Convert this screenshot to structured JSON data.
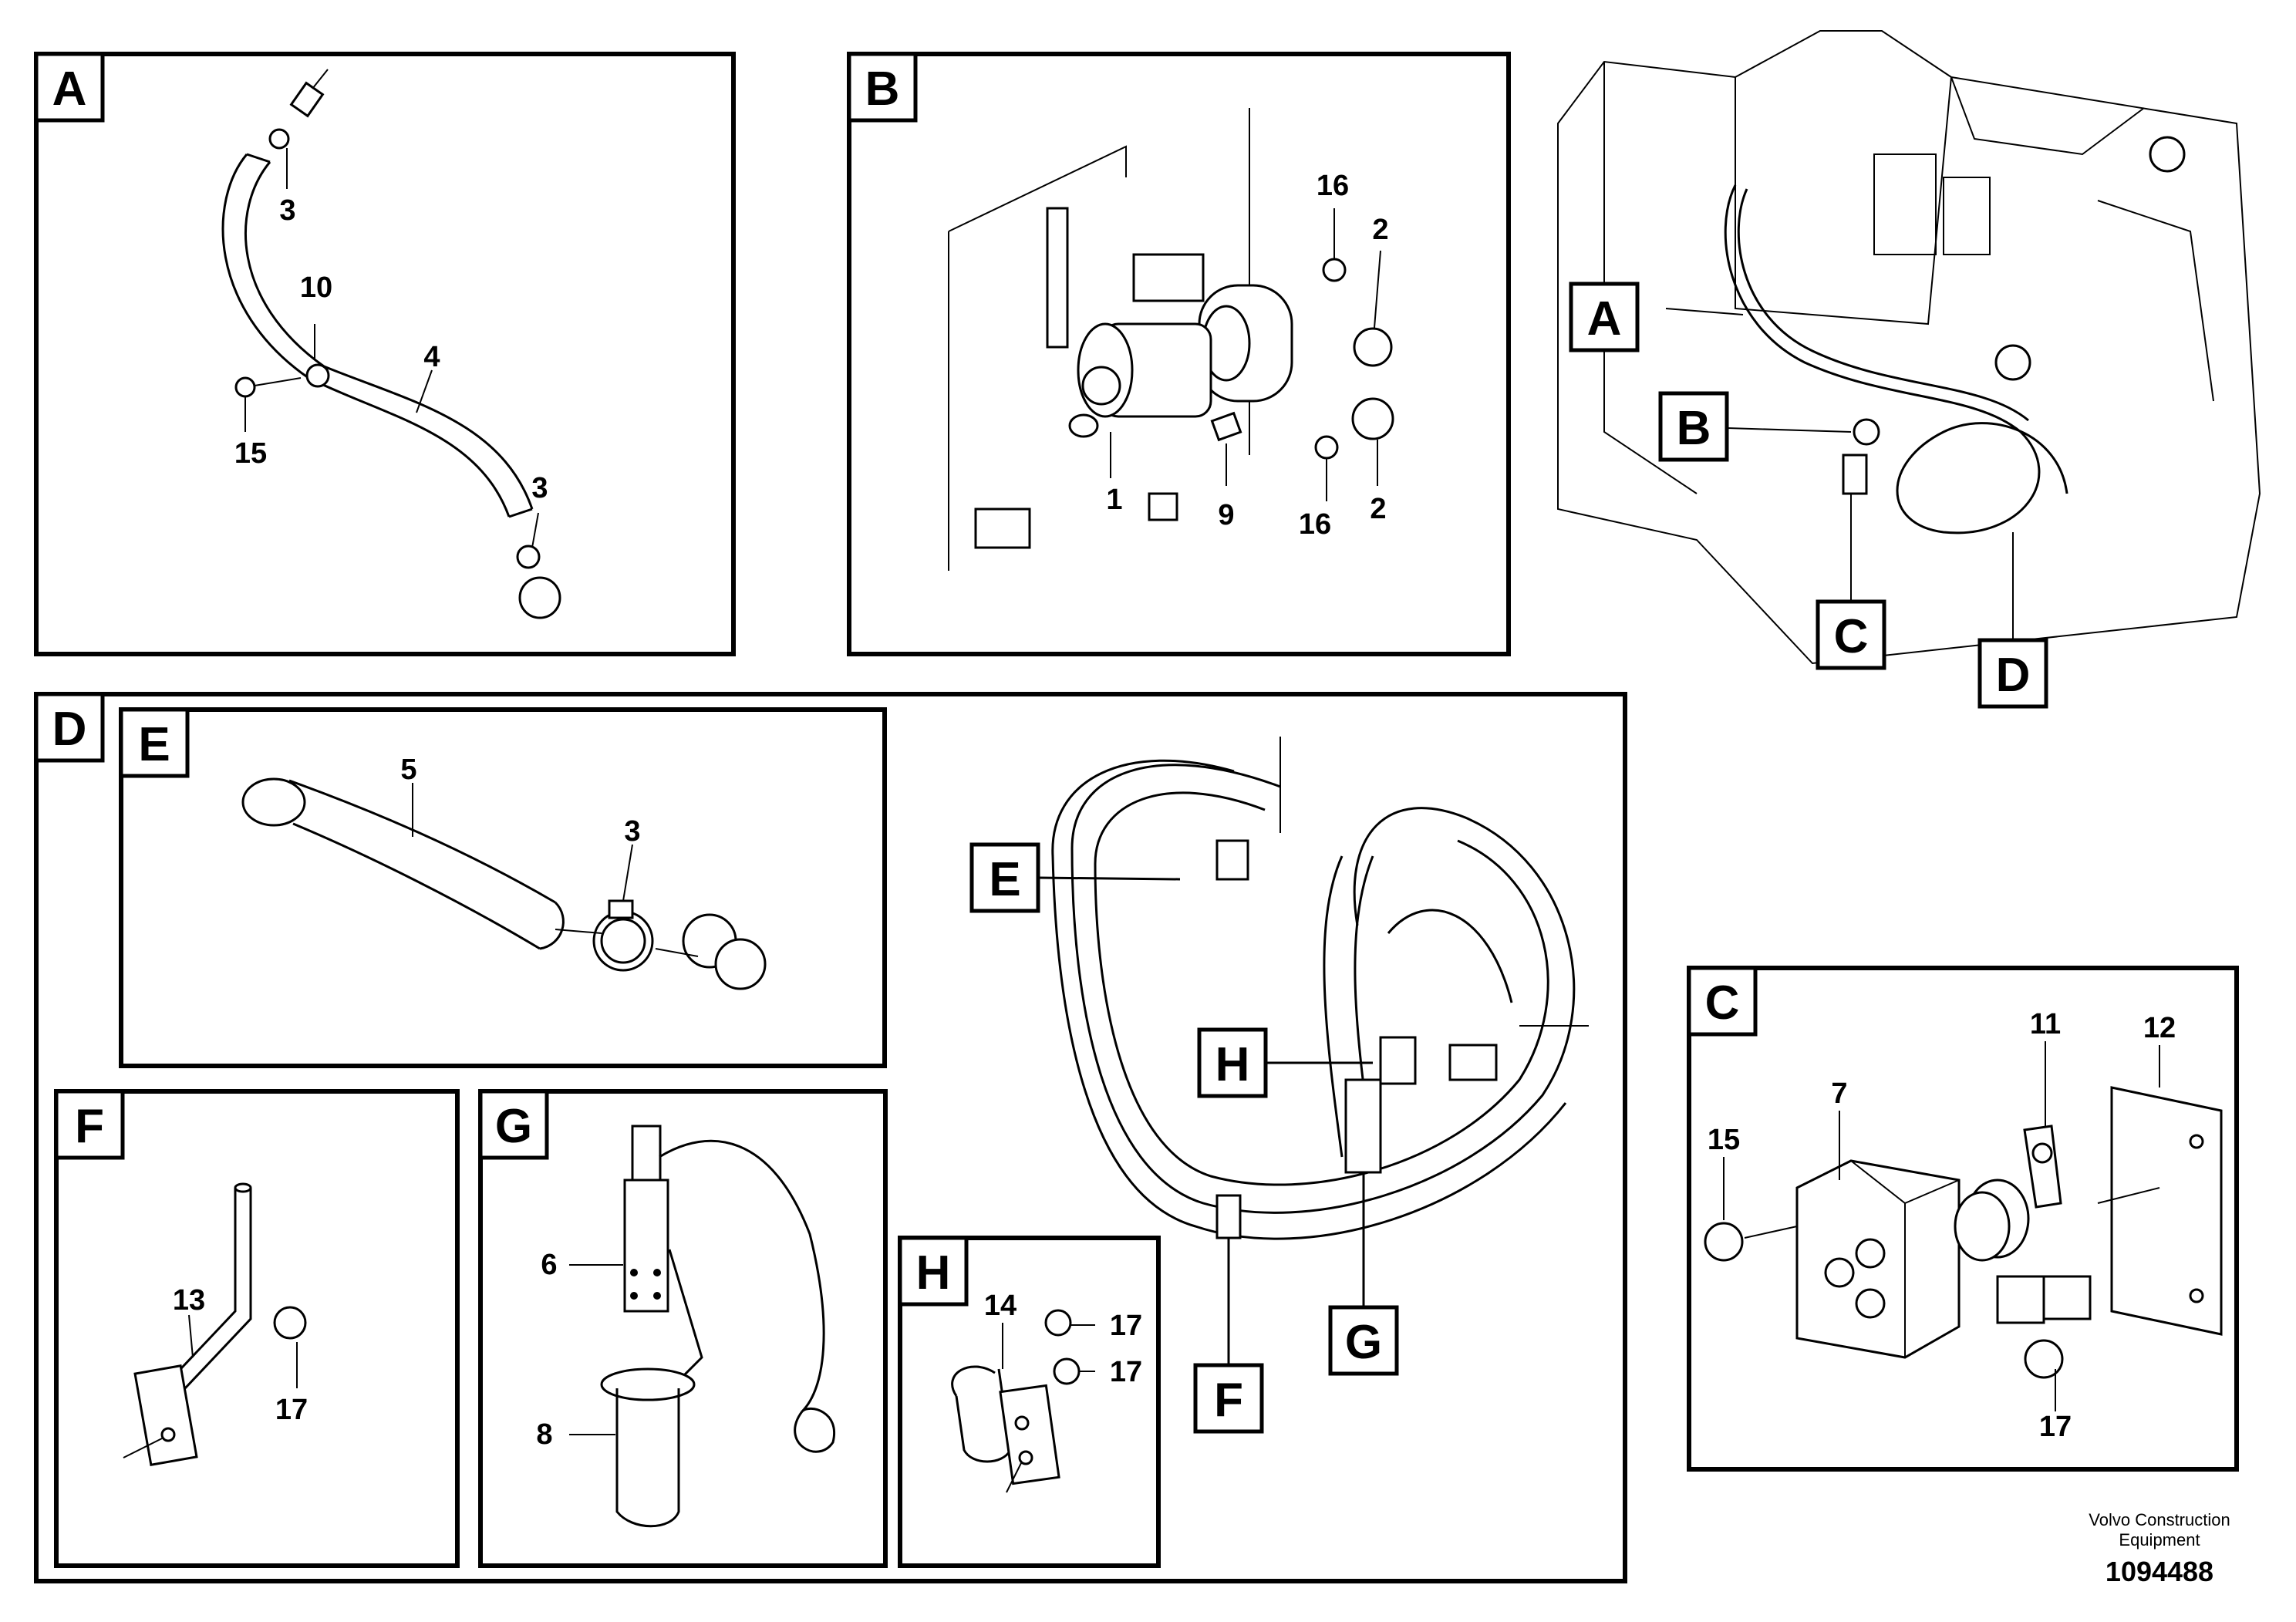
{
  "views": {
    "A": {
      "tag": "A",
      "callouts": [
        "3",
        "10",
        "4",
        "15",
        "3"
      ]
    },
    "B": {
      "tag": "B",
      "callouts": [
        "16",
        "2",
        "1",
        "9",
        "16",
        "2"
      ]
    },
    "D": {
      "tag": "D",
      "pointers": [
        "E",
        "H",
        "F",
        "G"
      ]
    },
    "E": {
      "tag": "E",
      "callouts": [
        "5",
        "3"
      ]
    },
    "F": {
      "tag": "F",
      "callouts": [
        "13",
        "17"
      ]
    },
    "G": {
      "tag": "G",
      "callouts": [
        "6",
        "8"
      ]
    },
    "H": {
      "tag": "H",
      "callouts": [
        "14",
        "17",
        "17"
      ]
    },
    "C": {
      "tag": "C",
      "callouts": [
        "11",
        "12",
        "7",
        "15",
        "17"
      ]
    }
  },
  "overview": {
    "pointers": [
      "A",
      "B",
      "C",
      "D"
    ]
  },
  "footer": {
    "credit_line1": "Volvo Construction",
    "credit_line2": "Equipment",
    "ref_number": "1094488"
  }
}
